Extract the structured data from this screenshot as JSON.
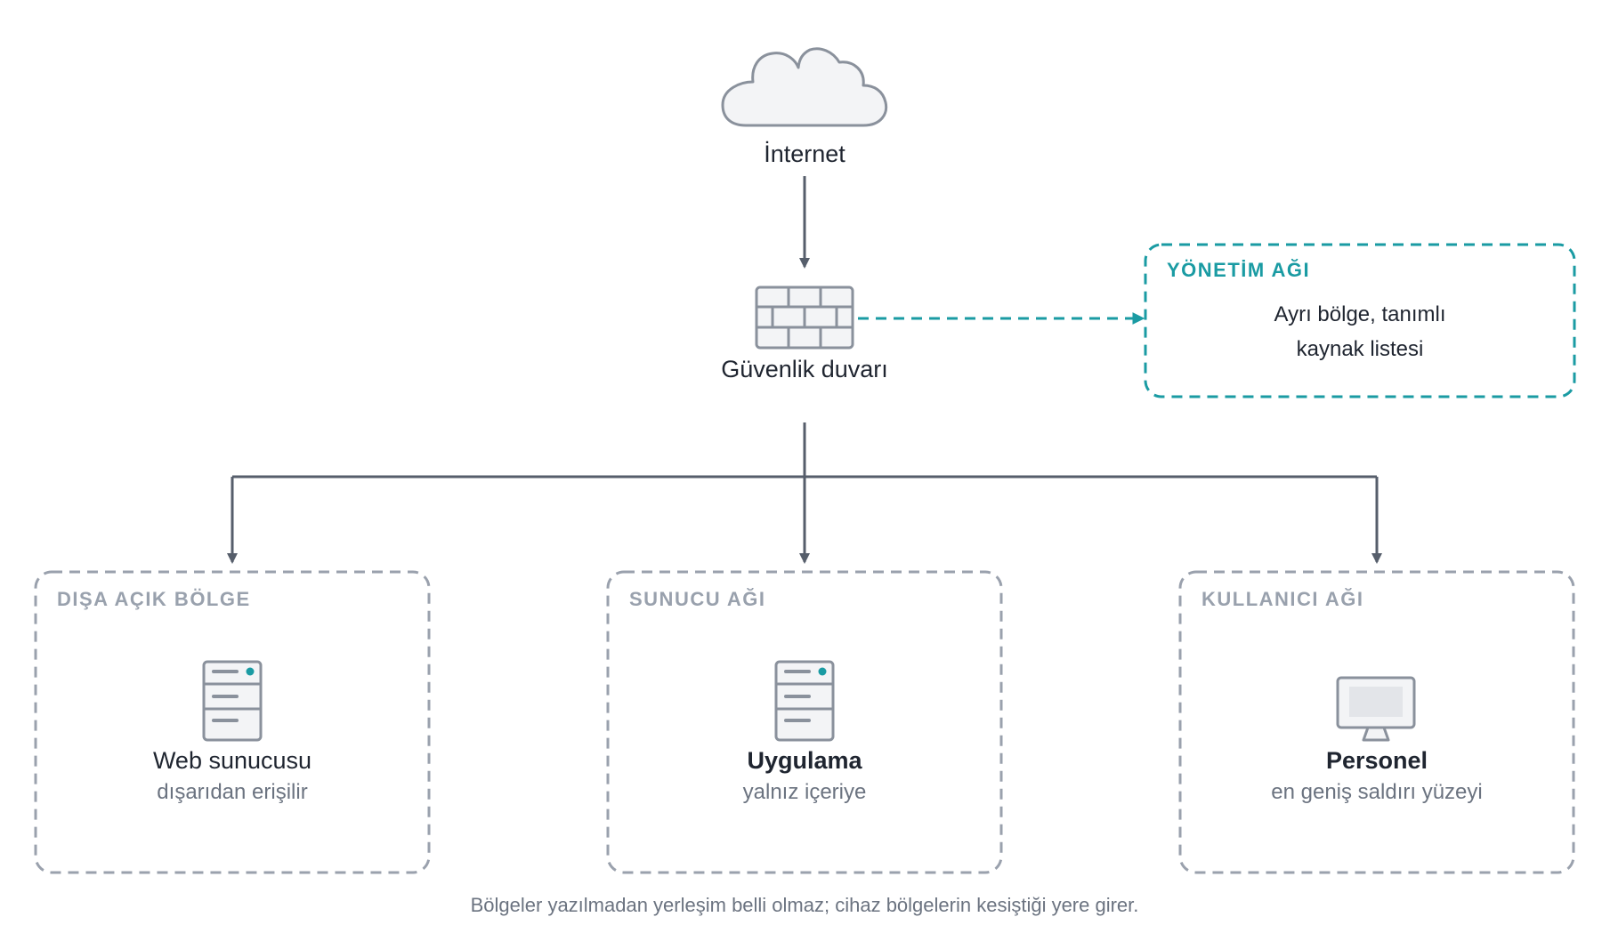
{
  "colors": {
    "line": "#565e6b",
    "accent": "#1a9ba3",
    "zone_border": "#9aa1ad",
    "icon_stroke": "#8a919c",
    "icon_fill": "#f3f4f6"
  },
  "internet": {
    "icon": "cloud-icon",
    "label": "İnternet"
  },
  "firewall": {
    "icon": "firewall-icon",
    "label": "Güvenlik duvarı"
  },
  "management": {
    "title": "YÖNETİM AĞI",
    "line1": "Ayrı bölge, tanımlı",
    "line2": "kaynak listesi"
  },
  "zones": [
    {
      "title": "DIŞA AÇIK BÖLGE",
      "icon": "server-icon",
      "label": "Web sunucusu",
      "sublabel": "dışarıdan erişilir"
    },
    {
      "title": "SUNUCU AĞI",
      "icon": "server-icon",
      "label": "Uygulama",
      "sublabel": "yalnız içeriye"
    },
    {
      "title": "KULLANICI AĞI",
      "icon": "monitor-icon",
      "label": "Personel",
      "sublabel": "en geniş saldırı yüzeyi"
    }
  ],
  "footnote": "Bölgeler yazılmadan yerleşim belli olmaz; cihaz bölgelerin kesiştiği yere girer."
}
